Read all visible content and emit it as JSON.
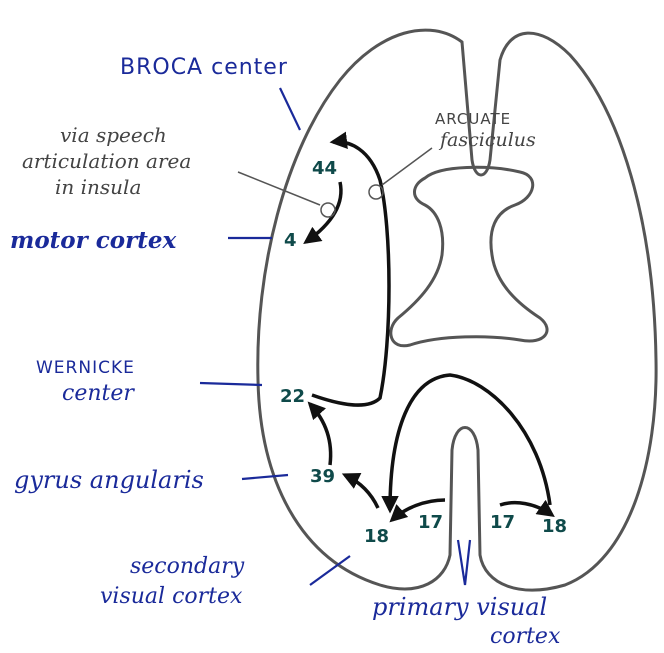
{
  "labels": {
    "broca": "BROCA center",
    "speech_line1": "via speech",
    "speech_line2": "articulation area",
    "speech_line3": "in insula",
    "arcuate_line1": "ARCUATE",
    "arcuate_line2": "fasciculus",
    "motor": "motor cortex",
    "wernicke_line1": "WERNICKE",
    "wernicke_line2": "center",
    "gyrus": "gyrus angularis",
    "secondary_line1": "secondary",
    "secondary_line2": "visual cortex",
    "primary_line1": "primary visual",
    "primary_line2": "cortex"
  },
  "areas": {
    "a44": "44",
    "a4": "4",
    "a22": "22",
    "a39": "39",
    "a18_left": "18",
    "a17_left": "17",
    "a17_right": "17",
    "a18_right": "18"
  },
  "colors": {
    "label_blue": "#1a2a9a",
    "area_teal": "#0f4a4a",
    "outline_gray": "#555555",
    "pathway_black": "#111111"
  }
}
